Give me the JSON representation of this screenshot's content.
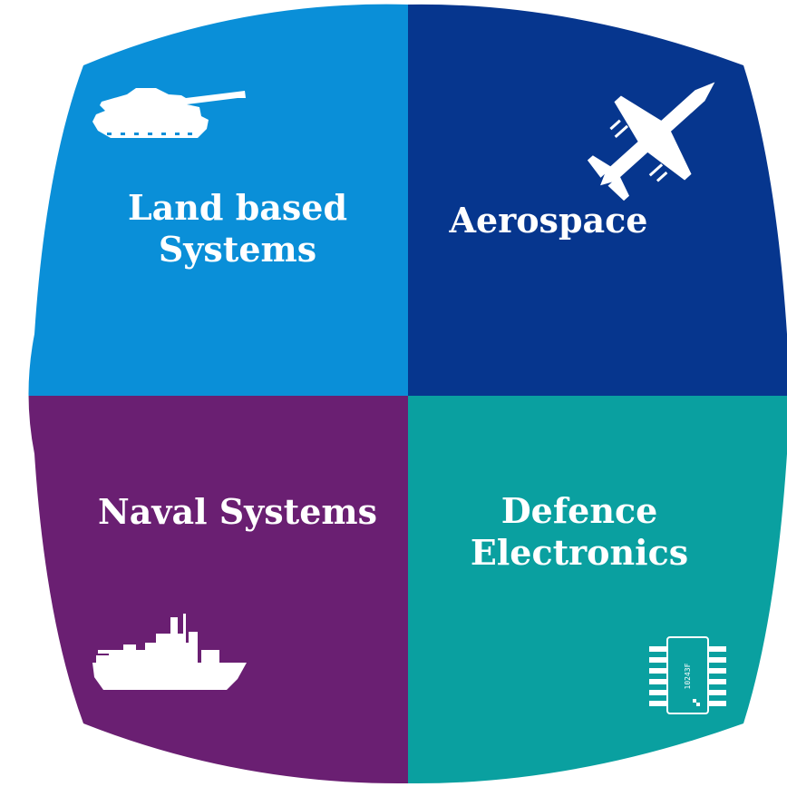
{
  "diagram": {
    "quadrants": [
      {
        "id": "land",
        "lines": [
          "Land based",
          "Systems"
        ],
        "color": "#0A8FD8",
        "icon": "tank-icon"
      },
      {
        "id": "aero",
        "lines": [
          "Aerospace"
        ],
        "color": "#06368E",
        "icon": "fighter-jet-icon"
      },
      {
        "id": "naval",
        "lines": [
          "Naval Systems"
        ],
        "color": "#6A1F72",
        "icon": "warship-icon"
      },
      {
        "id": "elec",
        "lines": [
          "Defence",
          "Electronics"
        ],
        "color": "#0AA0A0",
        "icon": "microchip-icon"
      }
    ],
    "chip_marking": "10243F"
  }
}
